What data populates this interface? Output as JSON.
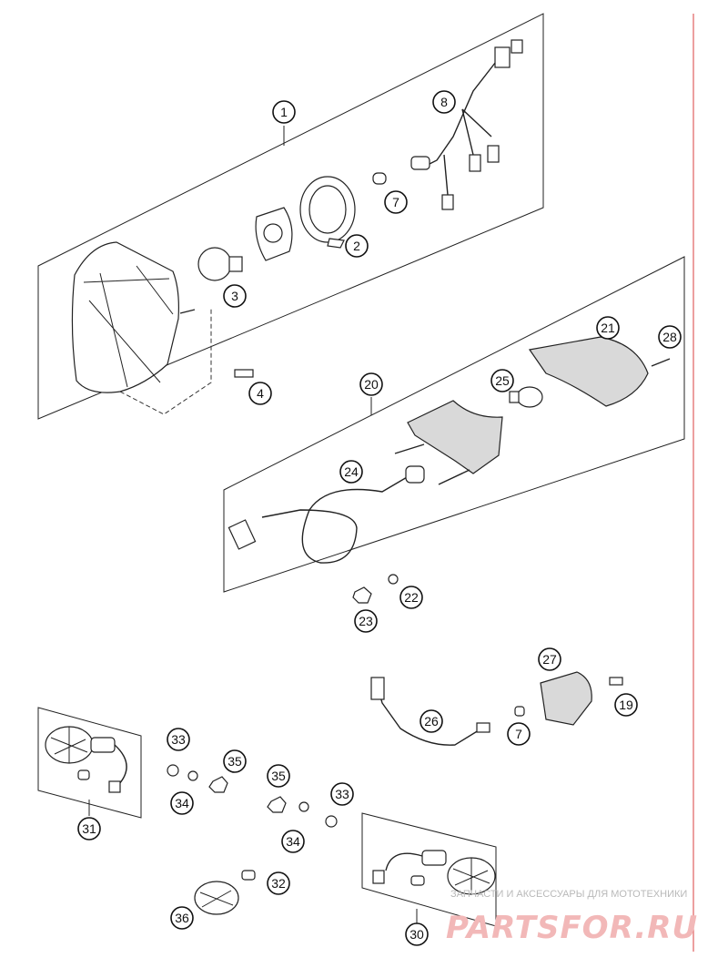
{
  "callouts": [
    {
      "id": "c1",
      "label": "1"
    },
    {
      "id": "c2",
      "label": "2"
    },
    {
      "id": "c3",
      "label": "3"
    },
    {
      "id": "c4",
      "label": "4"
    },
    {
      "id": "c7a",
      "label": "7"
    },
    {
      "id": "c8",
      "label": "8"
    },
    {
      "id": "c20",
      "label": "20"
    },
    {
      "id": "c21",
      "label": "21"
    },
    {
      "id": "c22",
      "label": "22"
    },
    {
      "id": "c23",
      "label": "23"
    },
    {
      "id": "c24",
      "label": "24"
    },
    {
      "id": "c25",
      "label": "25"
    },
    {
      "id": "c28",
      "label": "28"
    },
    {
      "id": "c26",
      "label": "26"
    },
    {
      "id": "c27",
      "label": "27"
    },
    {
      "id": "c7b",
      "label": "7"
    },
    {
      "id": "c19",
      "label": "19"
    },
    {
      "id": "c33a",
      "label": "33"
    },
    {
      "id": "c35a",
      "label": "35"
    },
    {
      "id": "c34a",
      "label": "34"
    },
    {
      "id": "c35b",
      "label": "35"
    },
    {
      "id": "c33b",
      "label": "33"
    },
    {
      "id": "c34b",
      "label": "34"
    },
    {
      "id": "c31",
      "label": "31"
    },
    {
      "id": "c32",
      "label": "32"
    },
    {
      "id": "c36",
      "label": "36"
    },
    {
      "id": "c30",
      "label": "30"
    }
  ],
  "watermark": {
    "caption": "ЗАПЧАСТИ И АКСЕССУАРЫ ДЛЯ МОТОТЕХНИКИ",
    "logo": "PARTSFOR.RU"
  },
  "colors": {
    "margin_line": "#e06060",
    "watermark_logo": "#f2b8b8",
    "watermark_caption": "#b9b9b9"
  }
}
